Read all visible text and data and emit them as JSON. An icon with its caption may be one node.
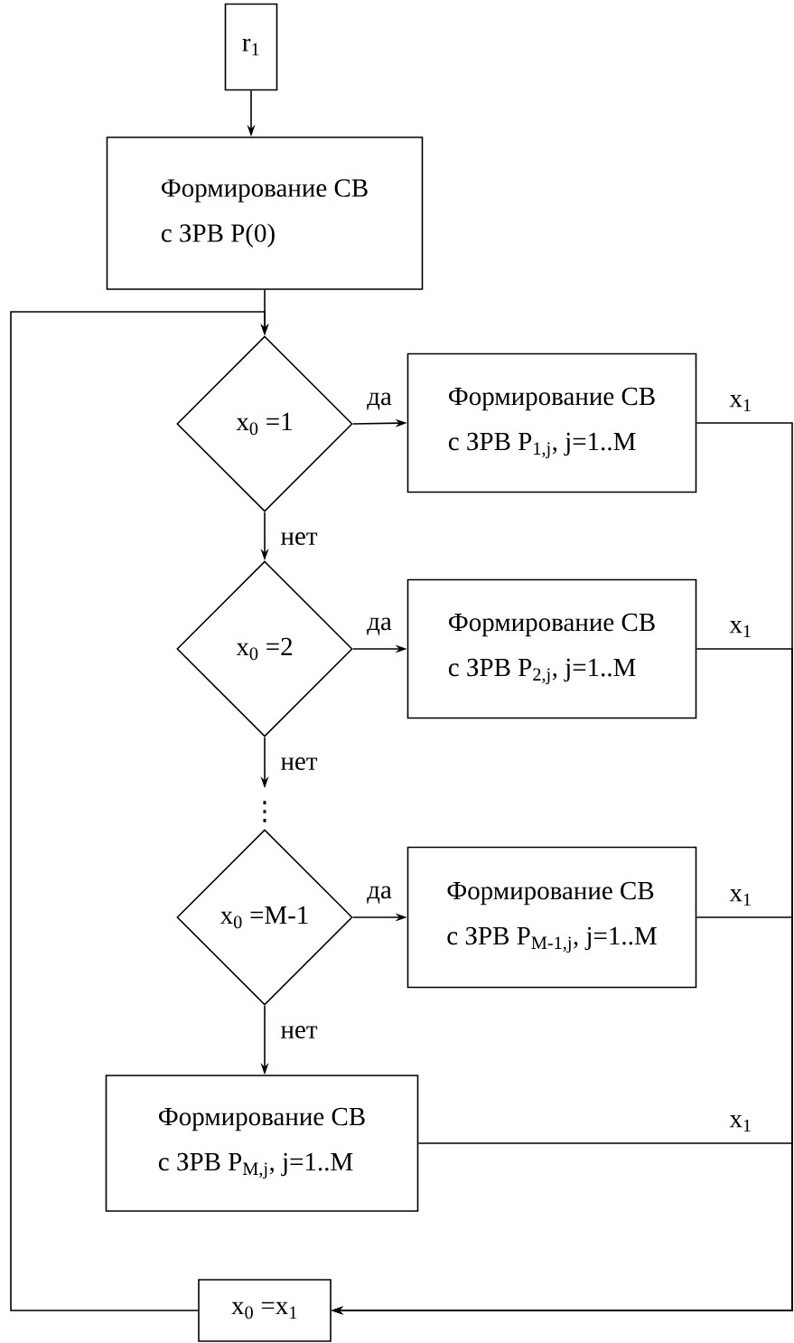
{
  "diagram": {
    "nodes": [
      {
        "text": [
          "r$_{1}$"
        ]
      },
      {
        "text": [
          "Формирование СВ",
          "с ЗРВ P(0)"
        ]
      },
      {
        "text": [
          "x$_{0}$ =1"
        ]
      },
      {
        "text": [
          "Формирование СВ",
          "с ЗРВ P$_{1,j}$, j=1..M"
        ]
      },
      {
        "text": [
          "x$_{0}$ =2"
        ]
      },
      {
        "text": [
          "Формирование СВ",
          "с ЗРВ P$_{2,j}$, j=1..M"
        ]
      },
      {
        "text": [
          "⋮"
        ]
      },
      {
        "text": [
          "x$_{0}$ =M-1"
        ]
      },
      {
        "text": [
          "Формирование СВ",
          "с ЗРВ P$_{M-1,j}$, j=1..M"
        ]
      },
      {
        "text": [
          "Формирование СВ",
          "с ЗРВ P$_{M,j}$, j=1..M"
        ]
      },
      {
        "text": [
          "x$_{0}$ =x$_{1}$"
        ]
      }
    ],
    "edges": [
      {
        "from": 0,
        "to": 1,
        "arrow": "to"
      },
      {
        "from": 1,
        "to": 2,
        "arrow": "to"
      },
      {
        "from": 2,
        "to": 3,
        "arrow": "to",
        "label": "да"
      },
      {
        "from": 2,
        "to": 4,
        "arrow": "to",
        "label": "нет"
      },
      {
        "from": 4,
        "to": 5,
        "arrow": "to",
        "label": "да"
      },
      {
        "from": 4,
        "to": 6,
        "arrow": "to",
        "label": "нет"
      },
      {
        "from": 7,
        "to": 8,
        "arrow": "to",
        "label": "да"
      },
      {
        "from": 7,
        "to": 9,
        "arrow": "to",
        "label": "нет"
      },
      {
        "from": 3,
        "to": 10,
        "arrow": "to",
        "label": "x$_{1}$"
      },
      {
        "from": 5,
        "to": 10,
        "arrow": "to",
        "label": "x$_{1}$"
      },
      {
        "from": 8,
        "to": 10,
        "arrow": "to",
        "label": "x$_{1}$"
      },
      {
        "from": 9,
        "to": 10,
        "arrow": "to",
        "label": "x$_{1}$"
      },
      {
        "from": 10,
        "to": 2,
        "arrow": "to"
      }
    ]
  }
}
